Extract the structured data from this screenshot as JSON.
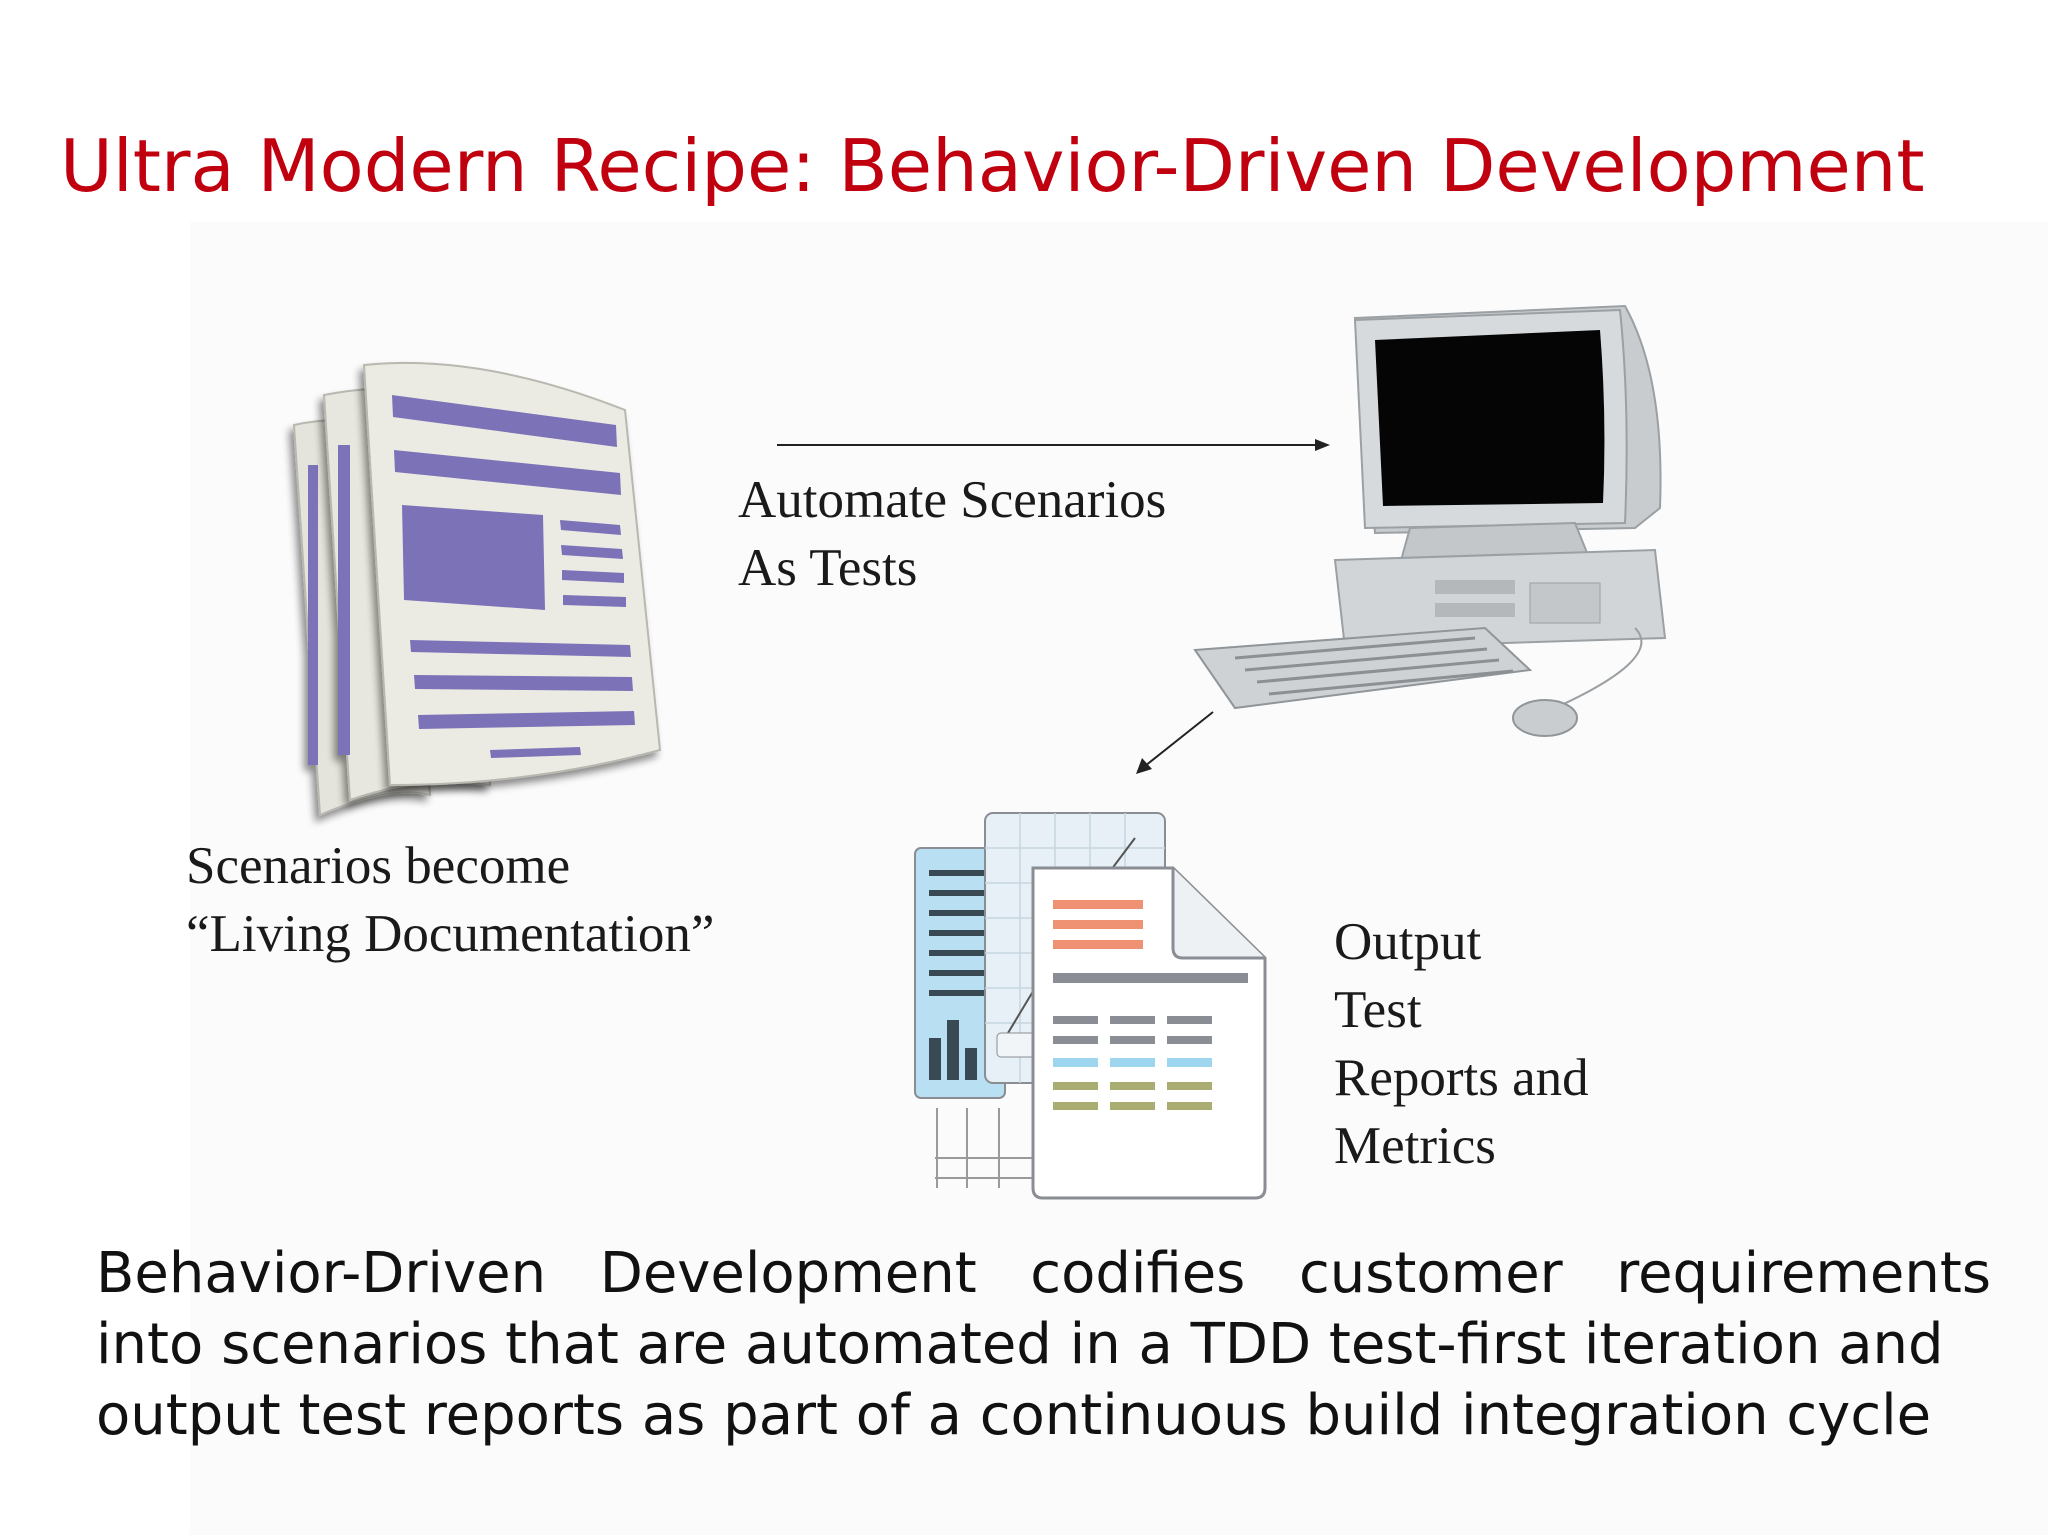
{
  "slide": {
    "title": "Ultra Modern Recipe: Behavior-Driven Development",
    "title_color": "#c0000f"
  },
  "diagram": {
    "scenarios_label": {
      "line1": "Scenarios become",
      "line2": "“Living Documentation”"
    },
    "automate_label": {
      "line1": "Automate Scenarios",
      "line2": "As Tests"
    },
    "output_label": {
      "line1": "Output",
      "line2": "Test",
      "line3": "Reports and",
      "line4": "Metrics"
    },
    "icons": [
      "documents-stack-icon",
      "desktop-computer-icon",
      "report-documents-icon",
      "right-arrow-icon",
      "down-left-arrow-icon"
    ],
    "colors": {
      "doc_bars": "#7b72b8",
      "report_orange": "#ef9173",
      "report_blue": "#9fd6ef",
      "report_olive": "#a9ad72",
      "report_gray": "#8a8d93"
    }
  },
  "caption": {
    "line1": "Behavior-Driven Development codifies customer requirements",
    "line2": "into scenarios that are automated in a TDD test-first iteration and",
    "line3": "output test reports as part of a continuous build integration cycle"
  }
}
